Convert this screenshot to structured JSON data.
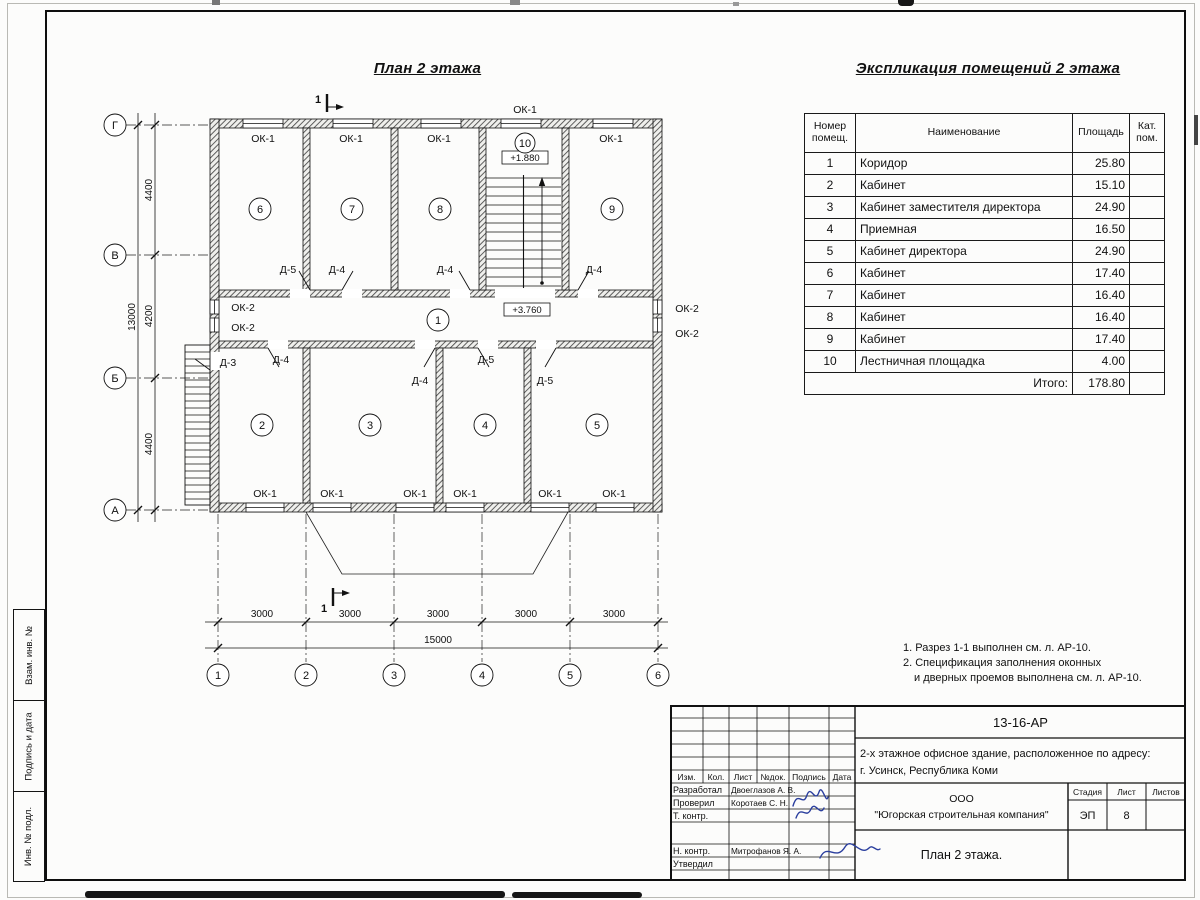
{
  "plan": {
    "title": "План 2 этажа",
    "axes_rows": [
      "Г",
      "В",
      "Б",
      "А"
    ],
    "axes_cols": [
      "1",
      "2",
      "3",
      "4",
      "5",
      "6"
    ],
    "dims_v": [
      "4400",
      "4200",
      "4400"
    ],
    "dim_v_total": "13000",
    "dims_h": [
      "3000",
      "3000",
      "3000",
      "3000",
      "3000"
    ],
    "dim_h_total": "15000",
    "labels": {
      "ok1": "ОК-1",
      "ok2": "ОК-2",
      "d3": "Д-3",
      "d4": "Д-4",
      "d5": "Д-5"
    },
    "rooms": [
      "1",
      "2",
      "3",
      "4",
      "5",
      "6",
      "7",
      "8",
      "9",
      "10"
    ],
    "elev_stair": "+1.880",
    "elev_corridor": "+3.760",
    "section_mark": "1"
  },
  "schedule": {
    "title": "Экспликация помещений 2 этажа",
    "col_num": "Номер помещ.",
    "col_name": "Наименование",
    "col_area": "Площадь",
    "col_cat": "Кат. пом.",
    "rows": [
      {
        "num": "1",
        "name": "Коридор",
        "area": "25.80"
      },
      {
        "num": "2",
        "name": "Кабинет",
        "area": "15.10"
      },
      {
        "num": "3",
        "name": "Кабинет заместителя директора",
        "area": "24.90"
      },
      {
        "num": "4",
        "name": "Приемная",
        "area": "16.50"
      },
      {
        "num": "5",
        "name": "Кабинет директора",
        "area": "24.90"
      },
      {
        "num": "6",
        "name": "Кабинет",
        "area": "17.40"
      },
      {
        "num": "7",
        "name": "Кабинет",
        "area": "16.40"
      },
      {
        "num": "8",
        "name": "Кабинет",
        "area": "16.40"
      },
      {
        "num": "9",
        "name": "Кабинет",
        "area": "17.40"
      },
      {
        "num": "10",
        "name": "Лестничная площадка",
        "area": "4.00"
      }
    ],
    "total_label": "Итого:",
    "total_value": "178.80"
  },
  "notes": {
    "line1": "1. Разрез 1-1 выполнен см. л. АР-10.",
    "line2": "2. Спецификация заполнения оконных",
    "line3": "и дверных проемов выполнена см. л. АР-10."
  },
  "titleblock": {
    "doc_number": "13-16-АР",
    "project_line1": "2-х этажное офисное здание, расположенное по адресу:",
    "project_line2": "г. Усинск, Республика Коми",
    "company_line1": "ООО",
    "company_line2": "\"Югорская строительная компания\"",
    "stage_label": "Стадия",
    "sheet_label": "Лист",
    "sheets_label": "Листов",
    "stage_value": "ЭП",
    "sheet_value": "8",
    "sheet_title": "План 2 этажа.",
    "header_cols": [
      "Изм.",
      "Кол.",
      "Лист",
      "№док.",
      "Подпись",
      "Дата"
    ],
    "roles": {
      "r1": "Разработал",
      "r2": "Проверил",
      "r3": "Т. контр.",
      "r4": "Н. контр.",
      "r5": "Утвердил"
    },
    "names": {
      "n1": "Двоеглазов А. В.",
      "n2": "Коротаев С. Н.",
      "n4": "Митрофанов Я. А."
    }
  },
  "side_stamp": {
    "box1": "Взам. инв. №",
    "box2": "Подпись и дата",
    "box3": "Инв. № подл."
  }
}
